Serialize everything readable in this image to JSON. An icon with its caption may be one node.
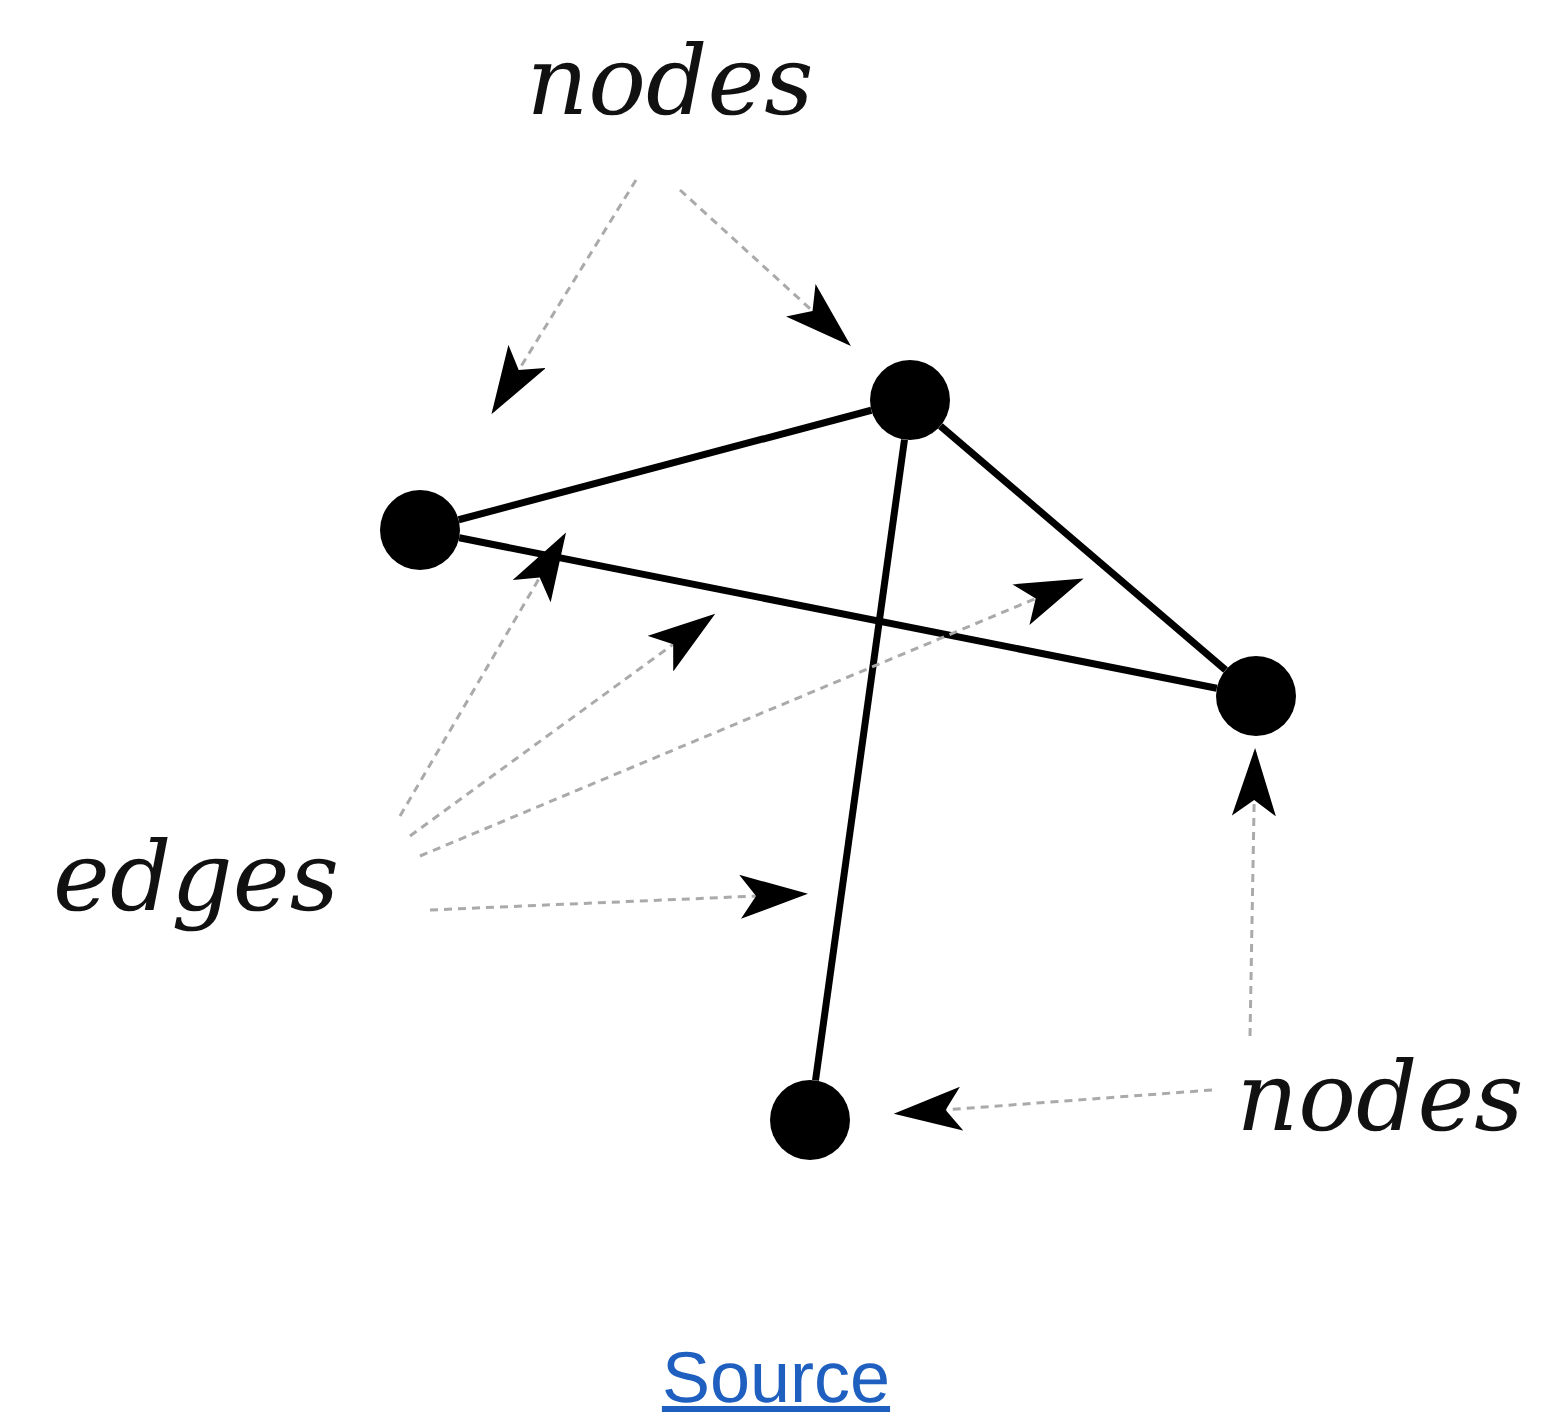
{
  "diagram": {
    "caption": "Source",
    "nodes": [
      {
        "text": [
          "nodes"
        ]
      },
      {
        "text": [
          "edges"
        ]
      },
      {
        "text": [
          "nodes"
        ]
      },
      {
        "text": [],
        "shape": "circle"
      },
      {
        "text": [],
        "shape": "circle"
      },
      {
        "text": [],
        "shape": "circle"
      },
      {
        "text": [],
        "shape": "circle"
      }
    ],
    "edges": [
      {
        "from": 3,
        "to": 4,
        "arrow": "none",
        "style": "thick",
        "color": "#000000"
      },
      {
        "from": 4,
        "to": 5,
        "arrow": "none",
        "style": "thick",
        "color": "#000000"
      },
      {
        "from": 3,
        "to": 5,
        "arrow": "none",
        "style": "thick",
        "color": "#000000"
      },
      {
        "from": 4,
        "to": 6,
        "arrow": "none",
        "style": "thick",
        "color": "#000000"
      },
      {
        "from": 0,
        "to": 3,
        "arrow": "to",
        "style": "dashed",
        "color": "#aaaaaa"
      },
      {
        "from": 0,
        "to": 4,
        "arrow": "to",
        "style": "dashed",
        "color": "#aaaaaa"
      },
      {
        "from": 1,
        "to": null,
        "arrow": "to",
        "style": "dashed",
        "color": "#aaaaaa"
      },
      {
        "from": 1,
        "to": null,
        "arrow": "to",
        "style": "dashed",
        "color": "#aaaaaa"
      },
      {
        "from": 1,
        "to": null,
        "arrow": "to",
        "style": "dashed",
        "color": "#aaaaaa"
      },
      {
        "from": 1,
        "to": null,
        "arrow": "to",
        "style": "dashed",
        "color": "#aaaaaa"
      },
      {
        "from": 2,
        "to": 5,
        "arrow": "to",
        "style": "dashed",
        "color": "#aaaaaa"
      },
      {
        "from": 2,
        "to": 6,
        "arrow": "to",
        "style": "dashed",
        "color": "#aaaaaa"
      }
    ]
  }
}
